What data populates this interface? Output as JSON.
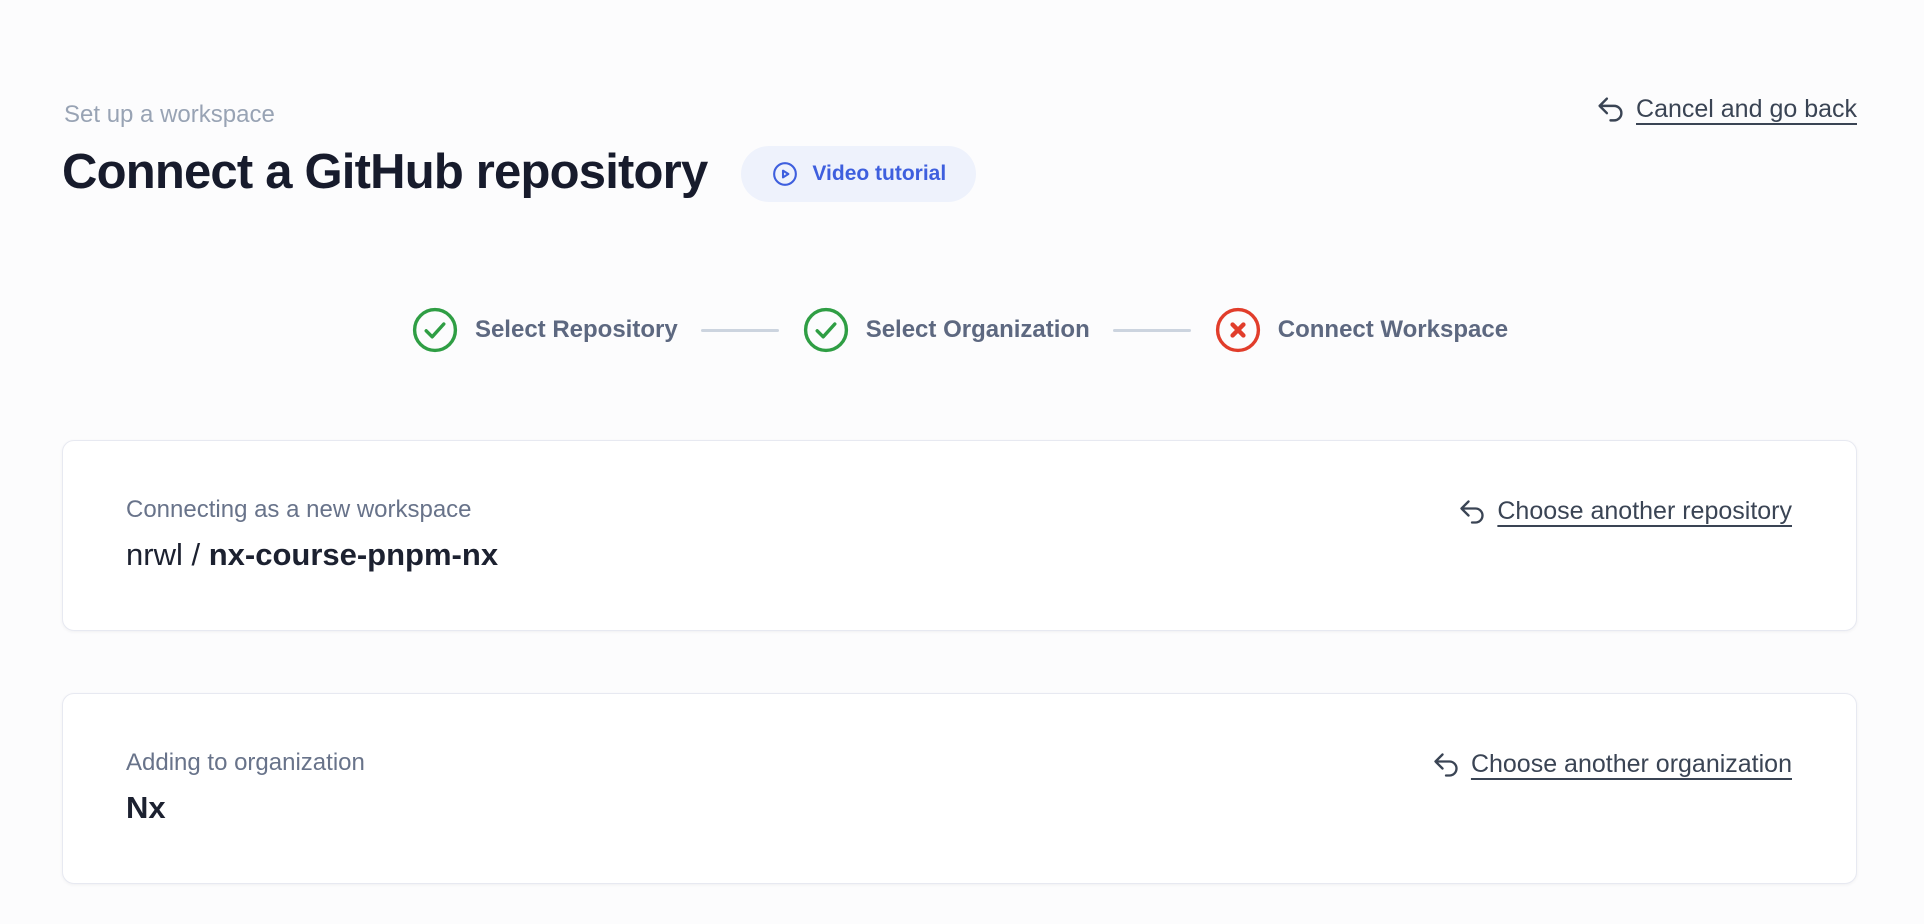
{
  "colors": {
    "accent_blue": "#3e5fde",
    "step_done_green": "#2f9e44",
    "step_error_red": "#e13d2b",
    "card_border": "#e7e9f1",
    "page_background": "#fcfcfd"
  },
  "header": {
    "eyebrow": "Set up a workspace",
    "title": "Connect a GitHub repository",
    "video_button_label": "Video tutorial",
    "cancel_link_label": "Cancel and go back"
  },
  "stepper": {
    "steps": [
      {
        "label": "Select Repository",
        "status": "done"
      },
      {
        "label": "Select Organization",
        "status": "done"
      },
      {
        "label": "Connect Workspace",
        "status": "error"
      }
    ]
  },
  "repository_card": {
    "label": "Connecting as a new workspace",
    "org": "nrwl /",
    "repo": "nx-course-pnpm-nx",
    "change_link_label": "Choose another repository"
  },
  "organization_card": {
    "label": "Adding to organization",
    "name": "Nx",
    "change_link_label": "Choose another organization"
  }
}
